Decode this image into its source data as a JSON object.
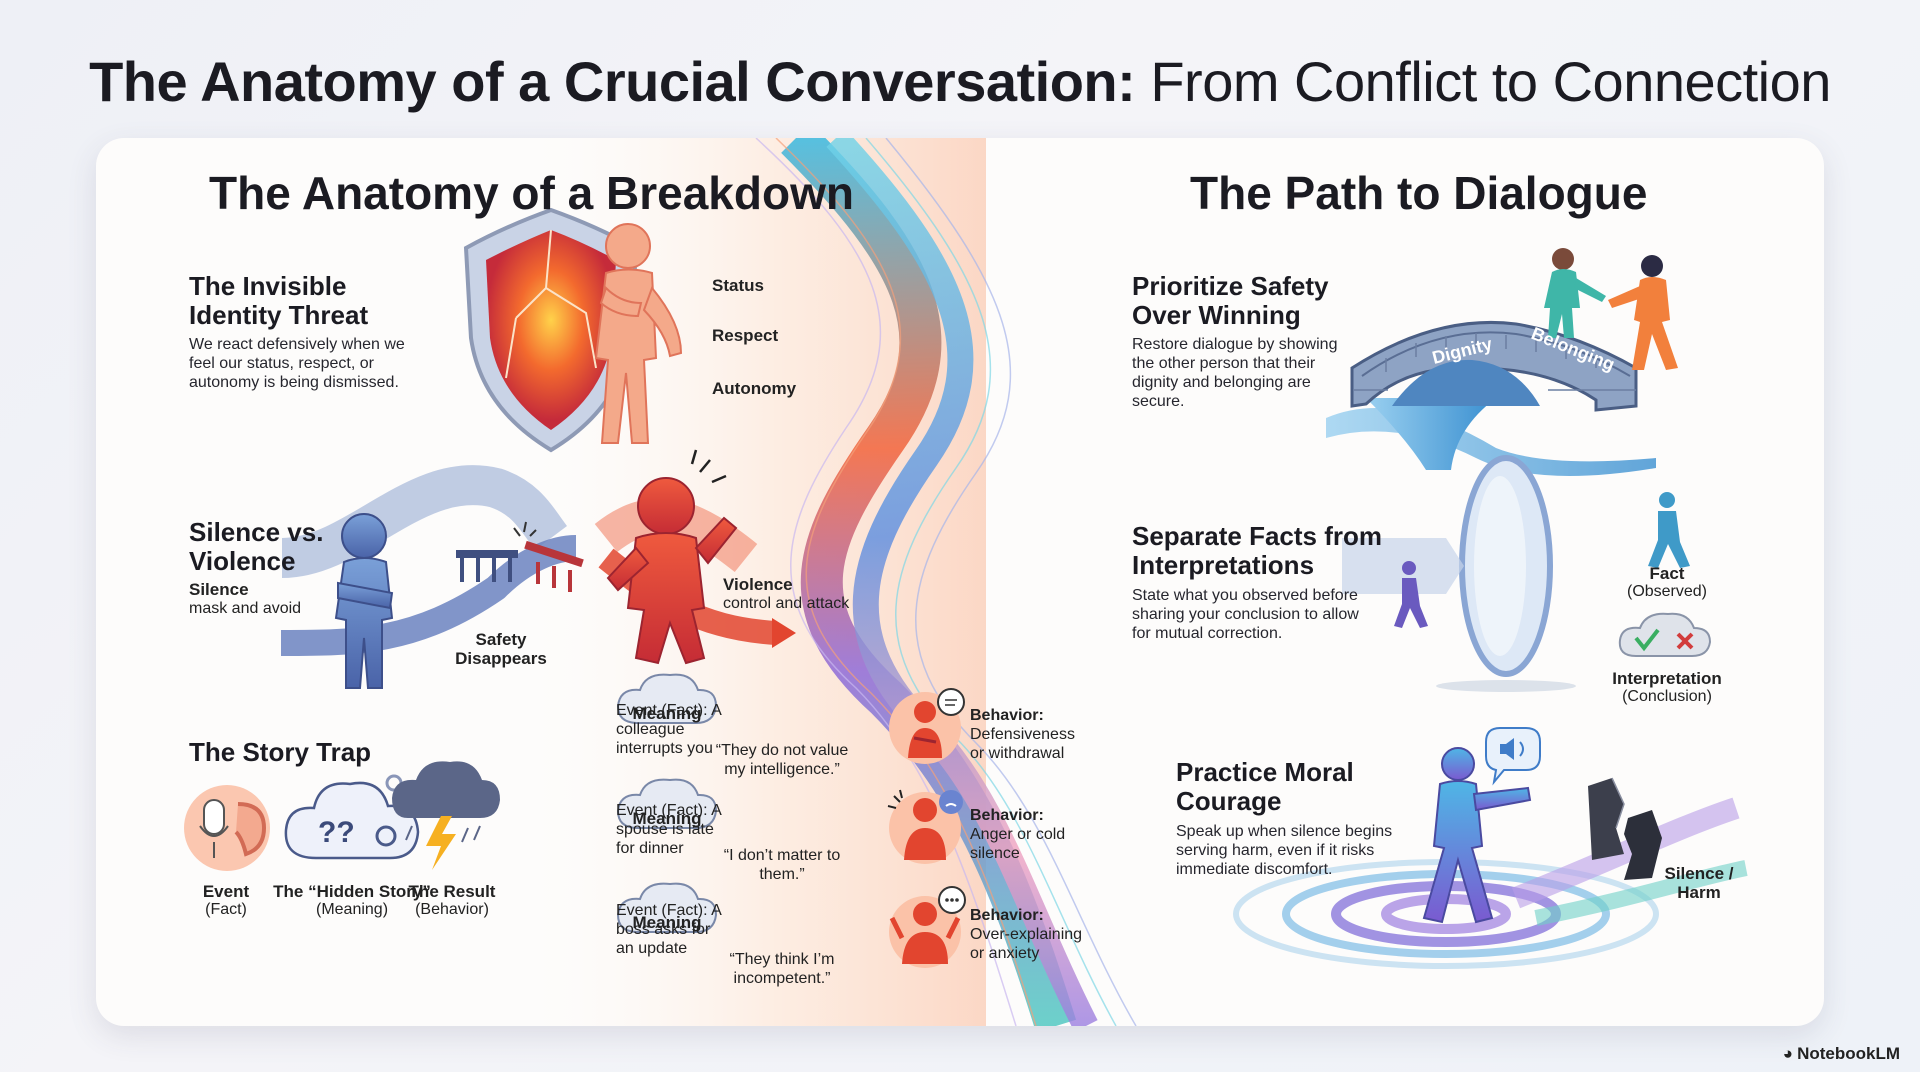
{
  "title": {
    "bold": "The Anatomy of a Crucial Conversation:",
    "light": "From Conflict to Connection"
  },
  "left": {
    "title": "The Anatomy of a Breakdown",
    "threat": {
      "heading": "The Invisible Identity Threat",
      "body": "We react defensively when we feel our status, respect, or autonomy is being dismissed.",
      "tags": [
        "Status",
        "Respect",
        "Autonomy"
      ]
    },
    "silence": {
      "heading": "Silence vs. Violence",
      "silence_label": "Silence",
      "silence_desc": "mask and avoid",
      "safety_label": "Safety Disappears",
      "violence_label": "Violence",
      "violence_desc": "control and attack"
    },
    "story": {
      "heading": "The Story Trap",
      "steps": [
        {
          "label": "Event",
          "sub": "(Fact)"
        },
        {
          "label": "The “Hidden Story”",
          "sub": "(Meaning)"
        },
        {
          "label": "The Result",
          "sub": "(Behavior)"
        }
      ],
      "meaning_label": "Meaning",
      "rows": [
        {
          "event_label": "Event (Fact):",
          "event": "A colleague interrupts you",
          "meaning": "“They do not value my intelligence.”",
          "behavior_label": "Behavior:",
          "behavior": "Defensiveness or withdrawal"
        },
        {
          "event_label": "Event (Fact):",
          "event": "A spouse is late for dinner",
          "meaning": "“I don’t matter to them.”",
          "behavior_label": "Behavior:",
          "behavior": "Anger or cold silence"
        },
        {
          "event_label": "Event (Fact):",
          "event": "A boss asks for an update",
          "meaning": "“They think I’m incompetent.”",
          "behavior_label": "Behavior:",
          "behavior": "Over-explaining or anxiety"
        }
      ]
    }
  },
  "right": {
    "title": "The Path to Dialogue",
    "safety": {
      "heading": "Prioritize Safety Over Winning",
      "body": "Restore dialogue by showing the other person that their dignity and belonging are secure.",
      "bridge_words": [
        "Dignity",
        "Belonging"
      ]
    },
    "facts": {
      "heading": "Separate Facts from Interpretations",
      "body": "State what you observed before sharing your conclusion to allow for mutual correction.",
      "fact_label": "Fact",
      "fact_sub": "(Observed)",
      "interp_label": "Interpretation",
      "interp_sub": "(Conclusion)"
    },
    "courage": {
      "heading": "Practice Moral Courage",
      "body": "Speak up when silence begins serving harm, even if it risks immediate discomfort.",
      "harm_label": "Silence / Harm"
    }
  },
  "brand": "NotebookLM",
  "colors": {
    "threat_red": "#e2452f",
    "calm_blue": "#5a78b8",
    "ribbon_purple": "#8a63d2",
    "ribbon_teal": "#3cc3c8"
  }
}
